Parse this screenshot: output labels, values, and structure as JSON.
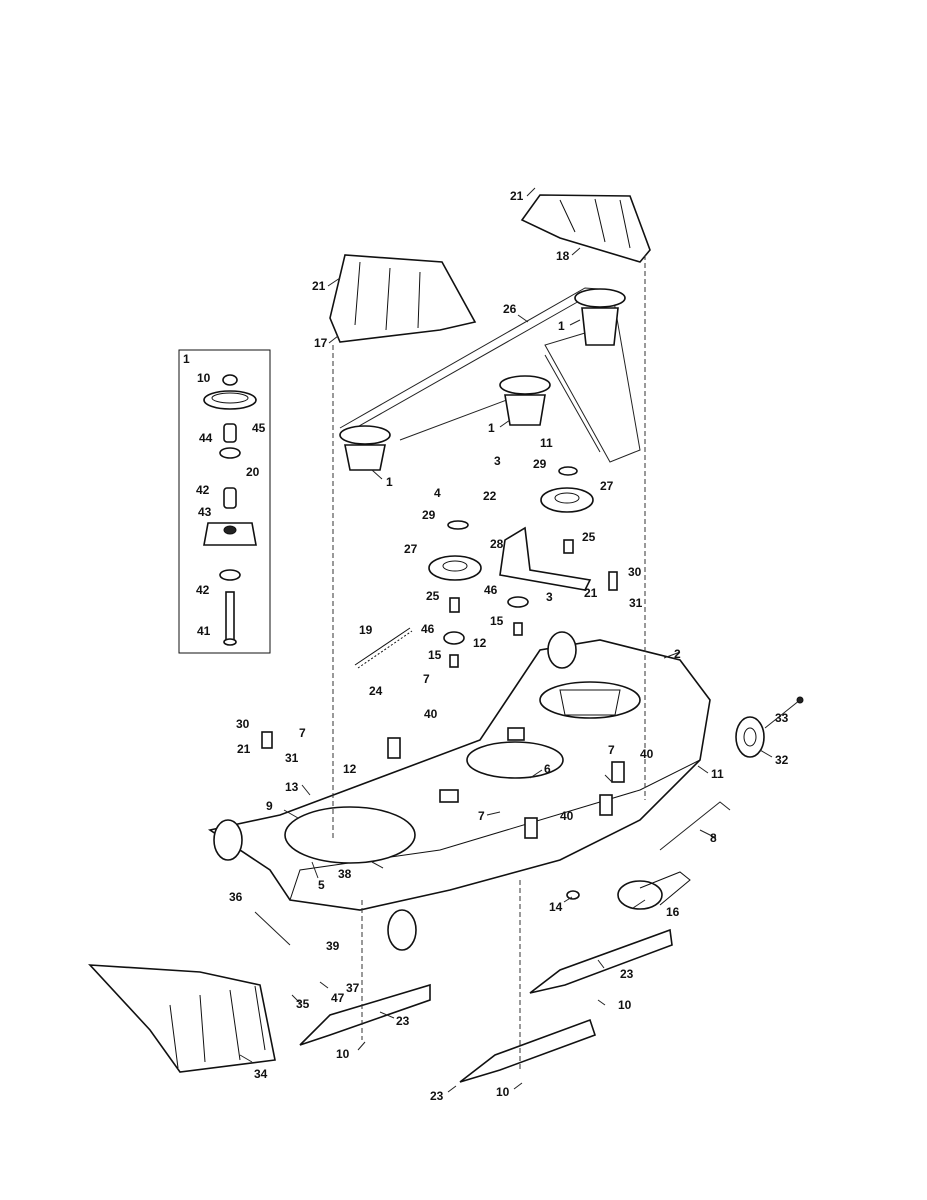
{
  "labels": {
    "1": "1",
    "2": "2",
    "3": "3",
    "4": "4",
    "5": "5",
    "6": "6",
    "7": "7",
    "8": "8",
    "9": "9",
    "10": "10",
    "11": "11",
    "12": "12",
    "13": "13",
    "14": "14",
    "15": "15",
    "16": "16",
    "17": "17",
    "18": "18",
    "19": "19",
    "20": "20",
    "21": "21",
    "22": "22",
    "23": "23",
    "24": "24",
    "25": "25",
    "26": "26",
    "27": "27",
    "28": "28",
    "29": "29",
    "30": "30",
    "31": "31",
    "32": "32",
    "33": "33",
    "34": "34",
    "35": "35",
    "36": "36",
    "37": "37",
    "38": "38",
    "39": "39",
    "40": "40",
    "41": "41",
    "42": "42",
    "43": "43",
    "44": "44",
    "45": "45",
    "46": "46",
    "47": "47"
  }
}
